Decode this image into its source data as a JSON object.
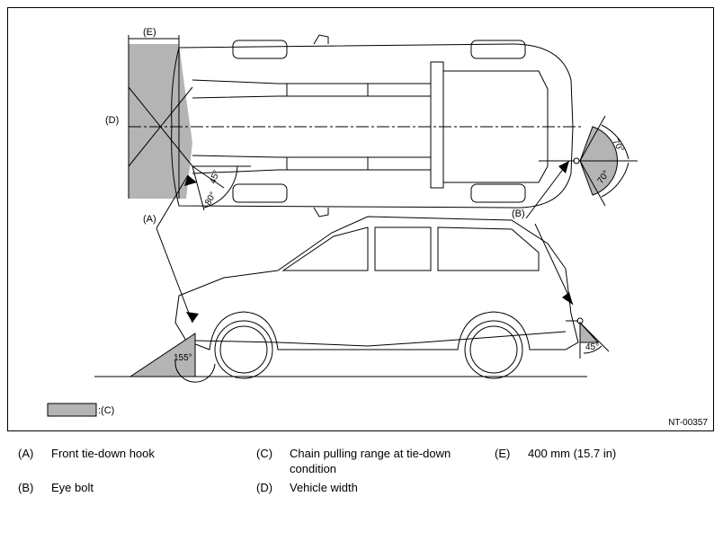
{
  "figure": {
    "code": "NT-00357",
    "labels": {
      "a": "(A)",
      "b": "(B)",
      "d": "(D)",
      "e": "(E)",
      "c_key": ":(C)"
    },
    "angles": {
      "front_top_a": "45°",
      "front_top_b": "80°",
      "rear_top_a": "70°",
      "rear_top_b": "70°",
      "front_side": "155°",
      "rear_side": "45°"
    },
    "colors": {
      "shade": "#b4b4b4",
      "line": "#000000"
    }
  },
  "legend": [
    {
      "key": "(A)",
      "text": "Front tie-down hook"
    },
    {
      "key": "(B)",
      "text": "Eye bolt"
    },
    {
      "key": "(C)",
      "text": "Chain pulling range at tie-down condition"
    },
    {
      "key": "(D)",
      "text": "Vehicle width"
    },
    {
      "key": "(E)",
      "text": "400 mm (15.7 in)"
    }
  ]
}
